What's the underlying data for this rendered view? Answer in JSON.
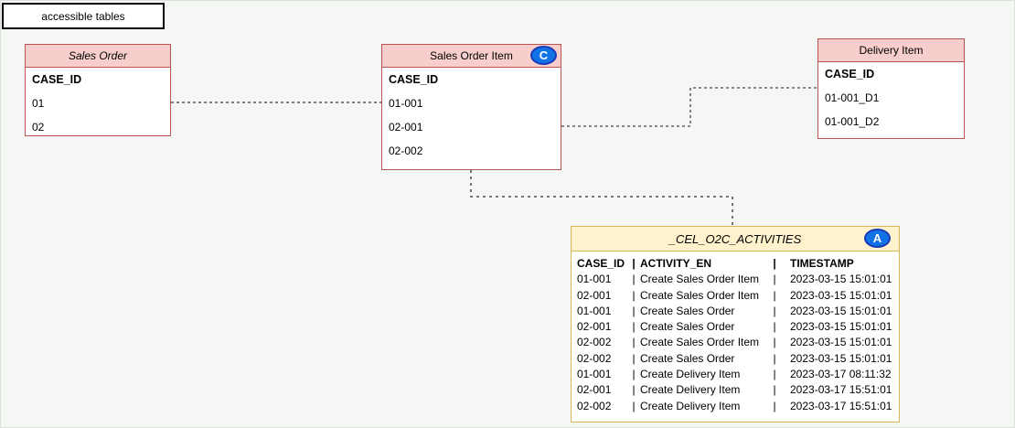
{
  "colors": {
    "canvas_background": "#f5f7f5",
    "entity_header_fill": "#f8cecc",
    "entity_border": "#b85450",
    "activities_header_fill": "#fff2cc",
    "activities_border": "#d6b656",
    "badge_fill": "#1273e6",
    "badge_border": "#1939b7",
    "connector": "#3c3c3c",
    "connector_secondary": "#666666"
  },
  "legend": {
    "label": "accessible tables"
  },
  "tables": {
    "sales_order": {
      "title": "Sales Order",
      "field_header": "CASE_ID",
      "values": [
        "01",
        "02"
      ]
    },
    "sales_order_item": {
      "title": "Sales Order Item",
      "badge": "C",
      "field_header": "CASE_ID",
      "values": [
        "01-001",
        "02-001",
        "02-002"
      ]
    },
    "delivery_item": {
      "title": "Delivery Item",
      "field_header": "CASE_ID",
      "values": [
        "01-001_D1",
        "01-001_D2"
      ]
    }
  },
  "activities_table": {
    "title": "_CEL_O2C_ACTIVITIES",
    "badge": "A",
    "pipe": "|",
    "column_headers": [
      "CASE_ID",
      "ACTIVITY_EN",
      "TIMESTAMP"
    ],
    "rows": [
      [
        "01-001",
        "Create Sales Order Item",
        "2023-03-15 15:01:01"
      ],
      [
        "02-001",
        "Create Sales Order Item",
        "2023-03-15 15:01:01"
      ],
      [
        "01-001",
        "Create Sales Order",
        "2023-03-15 15:01:01"
      ],
      [
        "02-001",
        "Create Sales Order",
        "2023-03-15 15:01:01"
      ],
      [
        "02-002",
        "Create Sales Order Item",
        "2023-03-15 15:01:01"
      ],
      [
        "02-002",
        "Create Sales Order",
        "2023-03-15 15:01:01"
      ],
      [
        "01-001",
        "Create Delivery Item",
        "2023-03-17 08:11:32"
      ],
      [
        "02-001",
        "Create Delivery Item",
        "2023-03-17 15:51:01"
      ],
      [
        "02-002",
        "Create Delivery Item",
        "2023-03-17 15:51:01"
      ]
    ]
  }
}
